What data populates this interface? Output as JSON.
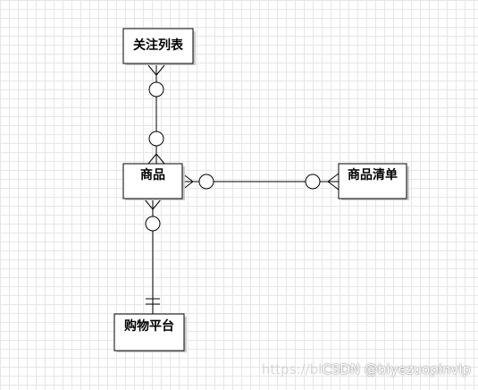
{
  "entities": {
    "follow_list": "关注列表",
    "product": "商品",
    "product_list": "商品清单",
    "shopping_platform": "购物平台"
  },
  "watermark": {
    "faded_text": "https://bl",
    "text": "CSDN @biyezuopinvip"
  },
  "colors": {
    "line": "#000000",
    "box_fill": "#ffffff",
    "box_shadow": "#cccccc"
  }
}
